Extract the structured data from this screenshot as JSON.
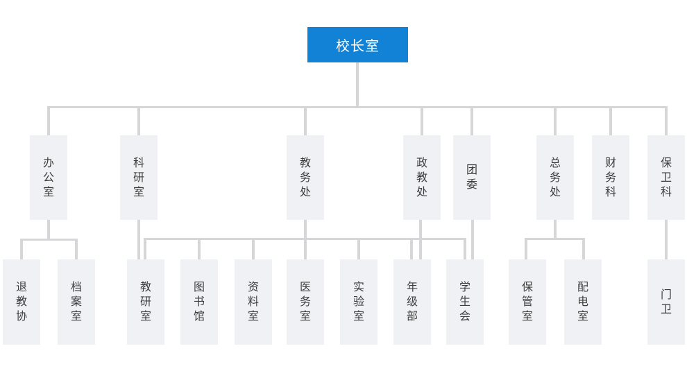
{
  "colors": {
    "root_fill": "#1182d6",
    "root_text": "#ffffff",
    "node_fill": "#f0f1f5",
    "node_text": "#3d3d3d",
    "connector": "#d6d6d8",
    "background": "#ffffff"
  },
  "org": {
    "root": {
      "label": "校长室"
    },
    "level2": [
      {
        "label": "办公室"
      },
      {
        "label": "科研室"
      },
      {
        "label": "教务处"
      },
      {
        "label": "政教处"
      },
      {
        "label": "团委"
      },
      {
        "label": "总务处"
      },
      {
        "label": "财务科"
      },
      {
        "label": "保卫科"
      }
    ],
    "level3": [
      {
        "label": "退教协"
      },
      {
        "label": "档案室"
      },
      {
        "label": "教研室"
      },
      {
        "label": "图书馆"
      },
      {
        "label": "资料室"
      },
      {
        "label": "医务室"
      },
      {
        "label": "实验室"
      },
      {
        "label": "年级部"
      },
      {
        "label": "学生会"
      },
      {
        "label": "保管室"
      },
      {
        "label": "配电室"
      },
      {
        "label": "门卫"
      }
    ],
    "edges": [
      {
        "from": "校长室",
        "to": "办公室"
      },
      {
        "from": "校长室",
        "to": "科研室"
      },
      {
        "from": "校长室",
        "to": "教务处"
      },
      {
        "from": "校长室",
        "to": "政教处"
      },
      {
        "from": "校长室",
        "to": "团委"
      },
      {
        "from": "校长室",
        "to": "总务处"
      },
      {
        "from": "校长室",
        "to": "财务科"
      },
      {
        "from": "校长室",
        "to": "保卫科"
      },
      {
        "from": "办公室",
        "to": "退教协"
      },
      {
        "from": "办公室",
        "to": "档案室"
      },
      {
        "from": "科研室",
        "to": "教研室"
      },
      {
        "from": "教务处",
        "to": "教研室"
      },
      {
        "from": "教务处",
        "to": "图书馆"
      },
      {
        "from": "教务处",
        "to": "资料室"
      },
      {
        "from": "教务处",
        "to": "医务室"
      },
      {
        "from": "教务处",
        "to": "实验室"
      },
      {
        "from": "教务处",
        "to": "年级部"
      },
      {
        "from": "教务处",
        "to": "学生会"
      },
      {
        "from": "政教处",
        "to": "年级部"
      },
      {
        "from": "团委",
        "to": "学生会"
      },
      {
        "from": "总务处",
        "to": "保管室"
      },
      {
        "from": "总务处",
        "to": "配电室"
      },
      {
        "from": "保卫科",
        "to": "门卫"
      }
    ]
  }
}
